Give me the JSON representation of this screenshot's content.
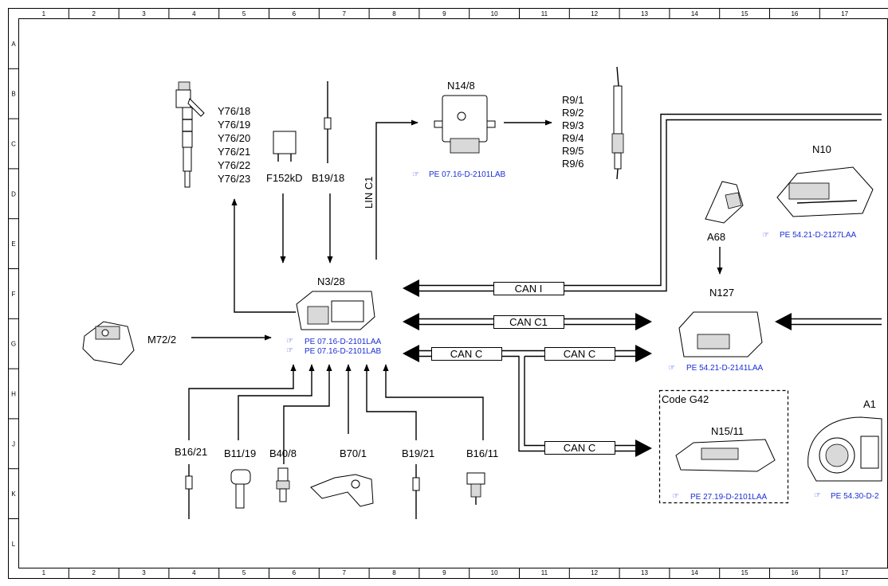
{
  "grid": {
    "columns": [
      "1",
      "2",
      "3",
      "4",
      "5",
      "6",
      "7",
      "8",
      "9",
      "10",
      "11",
      "12",
      "13",
      "14",
      "15",
      "16",
      "17"
    ],
    "rows": [
      "A",
      "B",
      "C",
      "D",
      "E",
      "F",
      "G",
      "H",
      "J",
      "K",
      "L"
    ]
  },
  "components": {
    "y76": [
      "Y76/18",
      "Y76/19",
      "Y76/20",
      "Y76/21",
      "Y76/22",
      "Y76/23"
    ],
    "f152kd": "F152kD",
    "b19_18": "B19/18",
    "n14_8": "N14/8",
    "n14_8_ref": "PE 07.16-D-2101LAB",
    "r9": [
      "R9/1",
      "R9/2",
      "R9/3",
      "R9/4",
      "R9/5",
      "R9/6"
    ],
    "n10": "N10",
    "n10_ref": "PE 54.21-D-2127LAA",
    "a68": "A68",
    "n127": "N127",
    "n127_ref": "PE 54.21-D-2141LAA",
    "n3_28": "N3/28",
    "n3_28_refs": [
      "PE 07.16-D-2101LAA",
      "PE 07.16-D-2101LAB"
    ],
    "m72_2": "M72/2",
    "sensors": [
      "B16/21",
      "B11/19",
      "B40/8",
      "B70/1",
      "B19/21",
      "B16/11"
    ],
    "code_g42": "Code G42",
    "n15_11": "N15/11",
    "n15_11_ref": "PE 27.19-D-2101LAA",
    "a1": "A1",
    "a1_ref": "PE 54.30-D-2"
  },
  "buses": {
    "lin_c1": "LIN C1",
    "can_i": "CAN I",
    "can_c1": "CAN C1",
    "can_c_left": "CAN C",
    "can_c_right": "CAN C",
    "can_c_lower": "CAN C"
  }
}
